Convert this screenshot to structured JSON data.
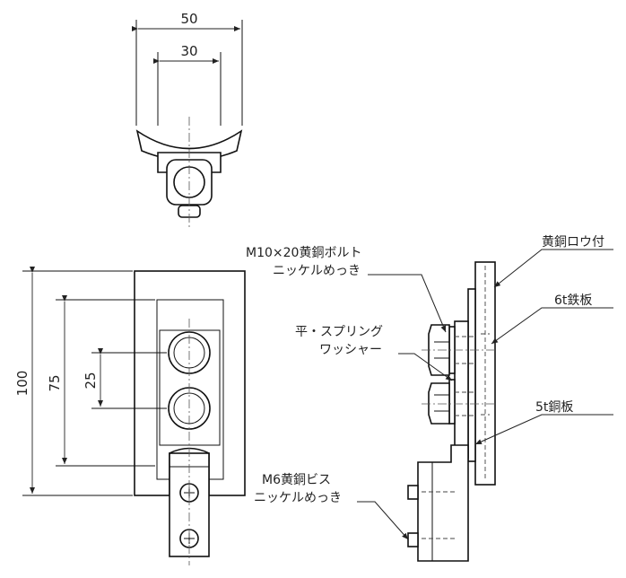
{
  "dimensions": {
    "top_outer": "50",
    "top_inner": "30",
    "height_overall": "100",
    "height_mid": "75",
    "hole_pitch": "25"
  },
  "callouts": {
    "brass_brazed": "黄銅ロウ付",
    "steel_plate": "6t鉄板",
    "bolt_line1": "M10×20黄銅ボルト",
    "bolt_line2": "ニッケルめっき",
    "washer_line1": "平・スプリング",
    "washer_line2": "ワッシャー",
    "copper_plate": "5t銅板",
    "screw_line1": "M6黄銅ビス",
    "screw_line2": "ニッケルめっき"
  }
}
